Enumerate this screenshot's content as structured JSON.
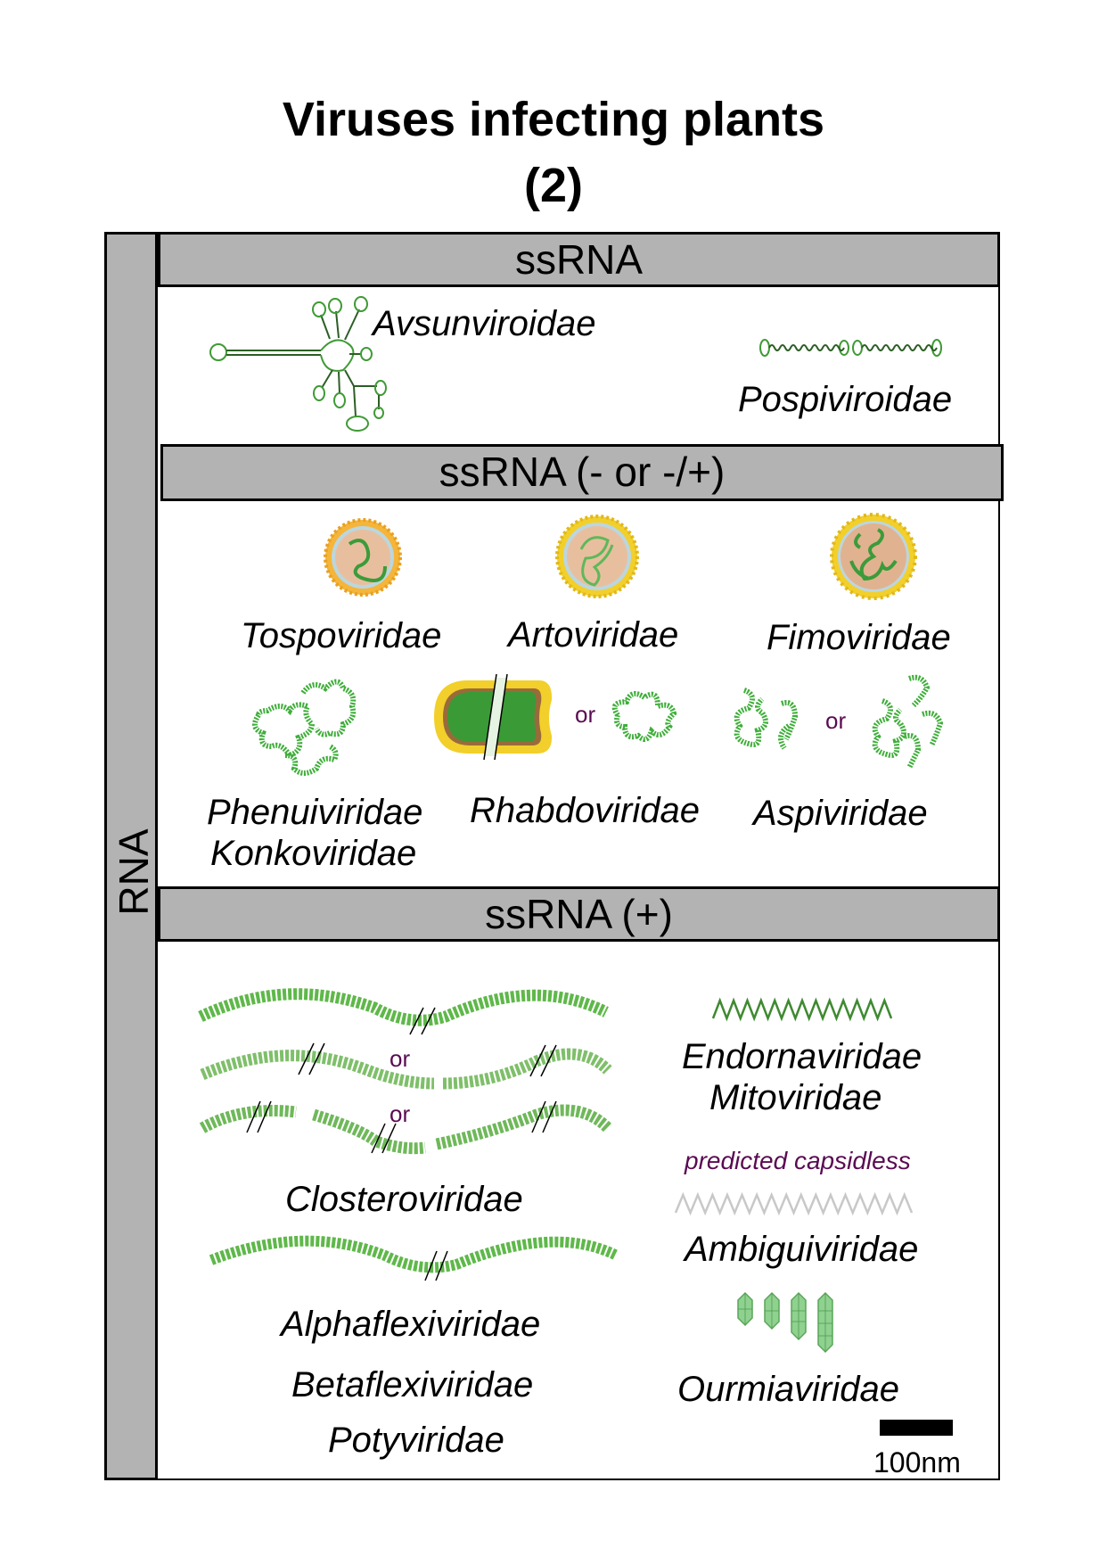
{
  "title": {
    "line1": "Viruses infecting plants",
    "line2": "(2)"
  },
  "side_label": "RNA",
  "sections": [
    {
      "header": "ssRNA",
      "families": [
        {
          "name": "Avsunviroidae",
          "icon": "branched-viroid-icon"
        },
        {
          "name": "Pospiviroidae",
          "icon": "rod-viroid-icon"
        }
      ]
    },
    {
      "header": "ssRNA (- or -/+)",
      "families": [
        {
          "name": "Tospoviridae",
          "icon": "enveloped-spherical-virion-icon"
        },
        {
          "name": "Artoviridae",
          "icon": "enveloped-spherical-virion-icon"
        },
        {
          "name": "Fimoviridae",
          "icon": "enveloped-spherical-virion-icon"
        },
        {
          "name": "Phenuiviridae",
          "name2": "Konkoviridae",
          "icon": "nucleocapsid-coils-icon"
        },
        {
          "name": "Rhabdoviridae",
          "icon": "bullet-virion-icon",
          "or": "or"
        },
        {
          "name": "Aspiviridae",
          "icon": "nucleocapsid-coils-icon",
          "or": "or"
        }
      ]
    },
    {
      "header": "ssRNA (+)",
      "families": [
        {
          "name": "Closteroviridae",
          "icon": "filamentous-virion-icon",
          "or": [
            "or",
            "or"
          ]
        },
        {
          "name": "Endornaviridae",
          "name2": "Mitoviridae",
          "icon": "naked-rna-icon"
        },
        {
          "name": "Ambiguiviridae",
          "icon": "naked-rna-grey-icon",
          "note": "predicted capsidless"
        },
        {
          "name": "Alphaflexiviridae",
          "name2": "Betaflexiviridae",
          "name3": "Potyviridae",
          "icon": "filamentous-virion-icon"
        },
        {
          "name": "Ourmiaviridae",
          "icon": "bacilliform-virion-icon"
        }
      ]
    }
  ],
  "scale_bar": {
    "label": "100nm"
  },
  "colors": {
    "header_fill": "#b3b3b3",
    "virus_green": "#4caf3c",
    "or_purple": "#5a0b52",
    "envelope_yellow": "#f2cf2a",
    "core_tan": "#e8bf9e"
  }
}
